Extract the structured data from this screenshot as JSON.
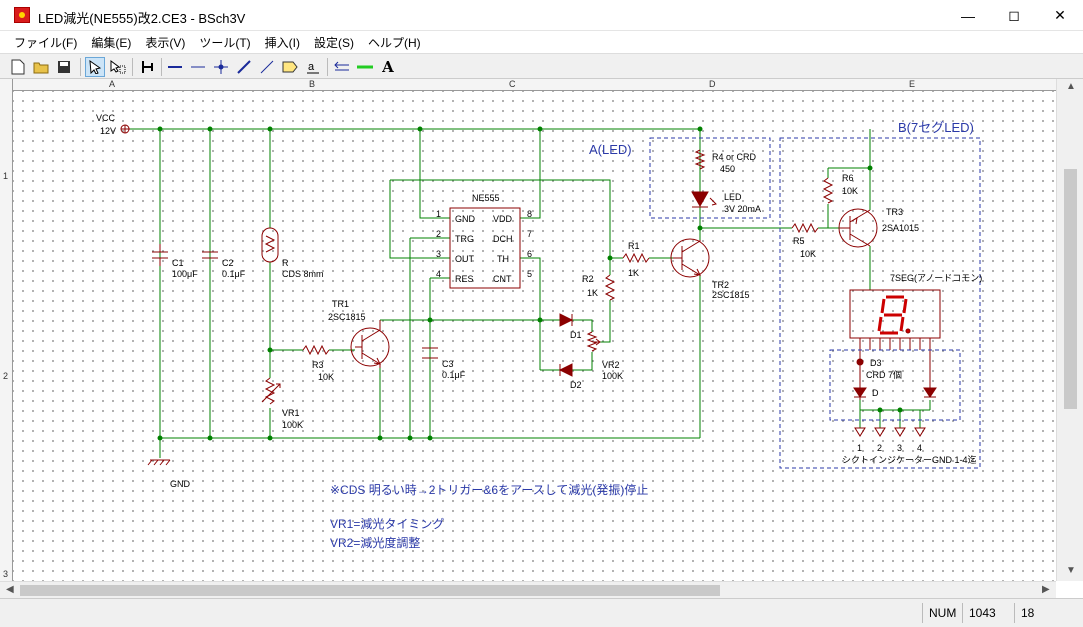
{
  "window": {
    "title": "LED減光(NE555)改2.CE3 - BSch3V"
  },
  "menu": [
    "ファイル(F)",
    "編集(E)",
    "表示(V)",
    "ツール(T)",
    "挿入(I)",
    "設定(S)",
    "ヘルプ(H)"
  ],
  "ruler": {
    "columns": [
      "A",
      "B",
      "C",
      "D",
      "E"
    ],
    "rows": [
      "1",
      "2",
      "3"
    ]
  },
  "schematic": {
    "vcc": "VCC",
    "vcc_v": "12V",
    "gnd": "GND",
    "c1": "C1",
    "c1_val": "100μF",
    "c2": "C2",
    "c2_val": "0.1μF",
    "r_cds": "R",
    "r_cds_val": "CDS 8mm",
    "tr1": "TR1",
    "tr1_val": "2SC1815",
    "r3": "R3",
    "r3_val": "10K",
    "vr1": "VR1",
    "vr1_val": "100K",
    "ne555": "NE555",
    "pins_left": [
      "1",
      "2",
      "3",
      "4"
    ],
    "pins_left_names": [
      "GND",
      "TRG",
      "OUT",
      "RES"
    ],
    "pins_right": [
      "8",
      "7",
      "6",
      "5"
    ],
    "pins_right_names": [
      "VDD",
      "DCH",
      "TH",
      "CNT"
    ],
    "c3": "C3",
    "c3_val": "0.1μF",
    "d1": "D1",
    "d2": "D2",
    "vr2": "VR2",
    "vr2_val": "100K",
    "r2": "R2",
    "r2_val": "1K",
    "r1": "R1",
    "r1_val": "1K",
    "tr2": "TR2",
    "tr2_val": "2SC1815",
    "section_a": "A(LED)",
    "r4": "R4 or CRD",
    "r4_val": "450",
    "led": "LED",
    "led_val": "3V 20mA",
    "section_b": "B(7セグLED)",
    "r6": "R6",
    "r6_val": "10K",
    "r5": "R5",
    "r5_val": "10K",
    "tr3": "TR3",
    "tr3_val": "2SA1015",
    "seg7": "7SEG(アノードコモン)",
    "d3": "D3",
    "d3_val": "CRD 7個",
    "d_label": "D",
    "out_pins": [
      "1",
      "2",
      "3",
      "4"
    ],
    "sink_label": "シクトインジケーターGND 1-4迄",
    "note1": "※CDS 明るい時→2トリガー&6をアースして減光(発振)停止",
    "note2": "VR1=減光タイミング",
    "note3": "VR2=減光度調整"
  },
  "status": {
    "mode": "NUM",
    "x": "1043",
    "y": "18"
  },
  "colors": {
    "wire": "#008000",
    "part": "#8b0000",
    "text": "#000000",
    "note": "#2b3aa8",
    "grid": "#9a9a9a"
  }
}
